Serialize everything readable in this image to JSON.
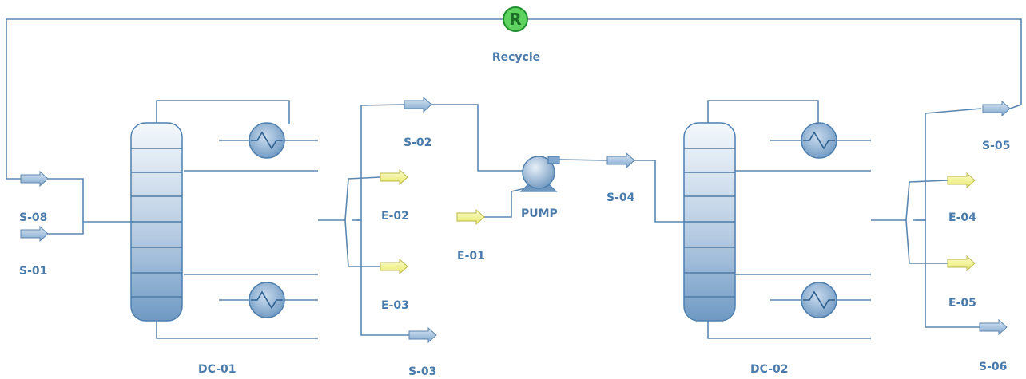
{
  "colors": {
    "pipe": "#5b86b0",
    "label": "#4a7bab",
    "material_arrow": "#8fb3d6",
    "energy_arrow": "#f2f28a",
    "recycle_fill": "#5fd35f",
    "recycle_stroke": "#1f8f2f"
  },
  "recycle": {
    "symbol": "R",
    "label": "Recycle",
    "icon": "recycle-icon"
  },
  "units": {
    "dc01": "DC-01",
    "dc02": "DC-02",
    "pump": "PUMP"
  },
  "streams": {
    "s01": "S-01",
    "s02": "S-02",
    "s03": "S-03",
    "s04": "S-04",
    "s05": "S-05",
    "s06": "S-06",
    "s08": "S-08"
  },
  "energy_streams": {
    "e01": "E-01",
    "e02": "E-02",
    "e03": "E-03",
    "e04": "E-04",
    "e05": "E-05"
  }
}
